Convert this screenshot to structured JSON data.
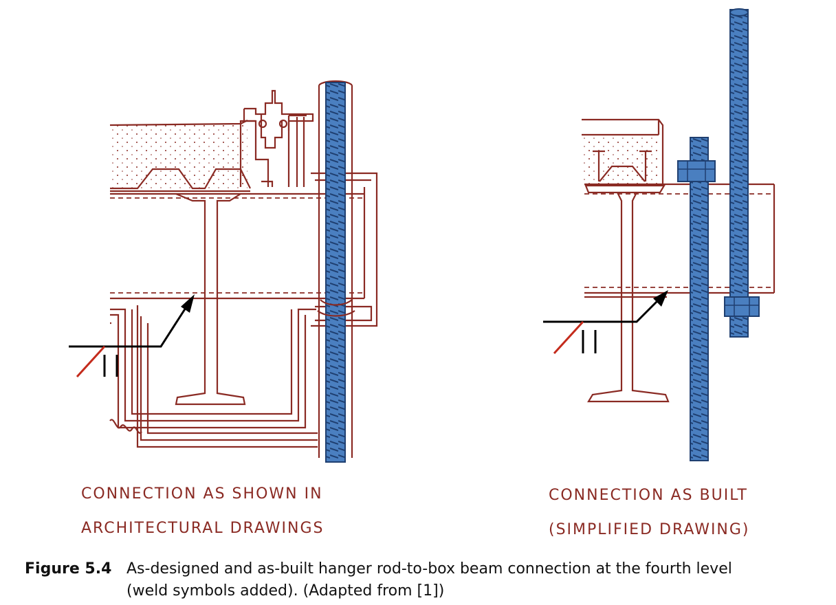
{
  "labels": {
    "left_line1": "CONNECTION AS SHOWN IN",
    "left_line2": "ARCHITECTURAL DRAWINGS",
    "right_line1": "CONNECTION AS BUILT",
    "right_line2": "(SIMPLIFIED DRAWING)"
  },
  "caption": {
    "figure_number": "Figure 5.4",
    "text_line1": "As-designed and as-built hanger rod-to-box beam connection at the fourth level",
    "text_line2": "(weld symbols added). (Adapted from [1])"
  },
  "colors": {
    "drawing_line": "#8a2a23",
    "rod_fill": "#4a7fc0",
    "weld_arrow": "#000000",
    "weld_tail": "#c42b1c"
  }
}
